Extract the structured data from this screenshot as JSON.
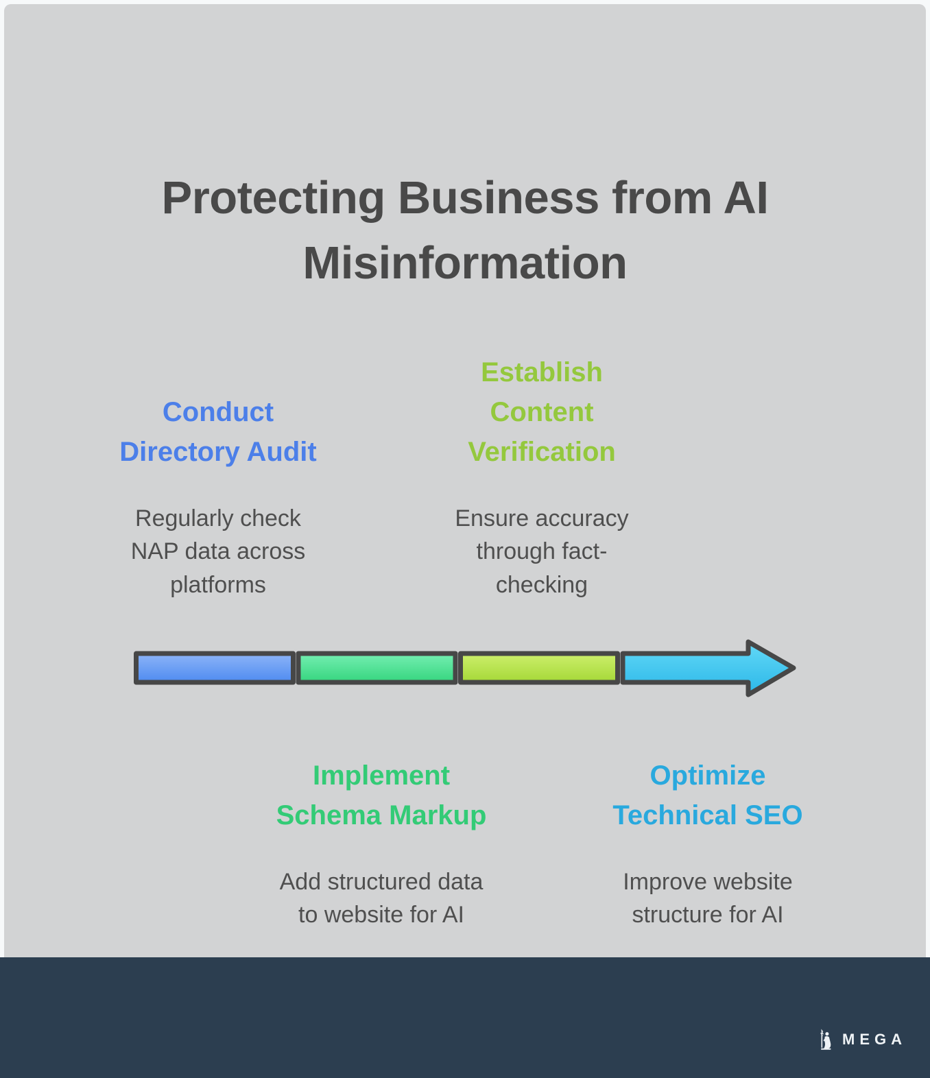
{
  "title": {
    "text": "Protecting Business from AI\nMisinformation"
  },
  "steps": [
    {
      "heading": "Conduct\nDirectory Audit",
      "body": "Regularly check\nNAP data across\nplatforms",
      "heading_color": "#4c7fe9"
    },
    {
      "heading": "Establish\nContent\nVerification",
      "body": "Ensure accuracy\nthrough fact-\nchecking",
      "heading_color": "#94c83d"
    },
    {
      "heading": "Implement\nSchema Markup",
      "body": "Add structured data\nto website for AI",
      "heading_color": "#33cb76"
    },
    {
      "heading": "Optimize\nTechnical SEO",
      "body": "Improve website\nstructure for AI",
      "heading_color": "#29a9de"
    }
  ],
  "arrow": {
    "border_color": "#474747",
    "segments": [
      {
        "top": "#8db4f8",
        "bottom": "#4e8bf0"
      },
      {
        "top": "#75efb2",
        "bottom": "#35d57e"
      },
      {
        "top": "#cdef6c",
        "bottom": "#a5d837"
      },
      {
        "top": "#63d9f7",
        "bottom": "#2bb7e8"
      }
    ]
  },
  "footer": {
    "brand": "MEGA",
    "background": "#2c3e50"
  },
  "colors": {
    "page_background": "#d2d3d4",
    "frame": "#f7f9fa",
    "title_text": "#494949",
    "body_text": "#4f4f4f"
  }
}
